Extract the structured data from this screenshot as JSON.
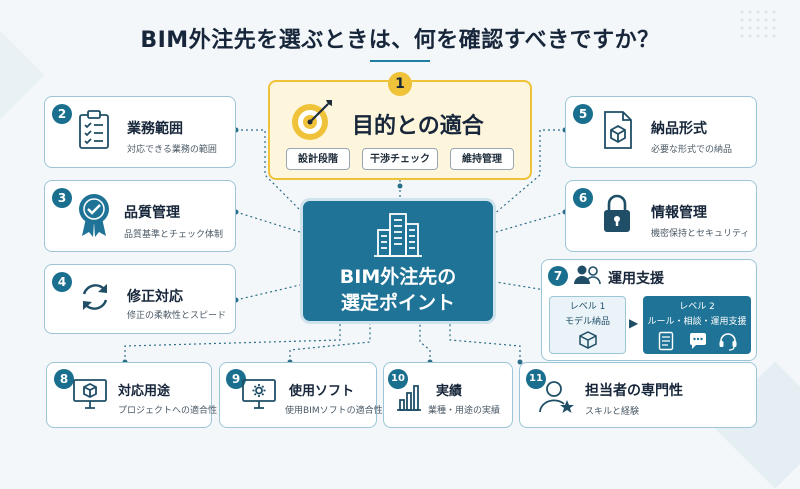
{
  "title": "BIM外注先を選ぶときは、何を確認すべきですか？",
  "goal": {
    "number": "1",
    "title": "目的との適合",
    "pills": [
      "設計段階",
      "干渉チェック",
      "維持管理"
    ]
  },
  "center": {
    "line1": "BIM外注先の",
    "line2": "選定ポイント"
  },
  "cards": {
    "c2": {
      "number": "2",
      "title": "業務範囲",
      "sub": "対応できる業務の範囲"
    },
    "c3": {
      "number": "3",
      "title": "品質管理",
      "sub": "品質基準とチェック体制"
    },
    "c4": {
      "number": "4",
      "title": "修正対応",
      "sub": "修正の柔軟性とスピード"
    },
    "c5": {
      "number": "5",
      "title": "納品形式",
      "sub": "必要な形式での納品"
    },
    "c6": {
      "number": "6",
      "title": "情報管理",
      "sub": "機密保持とセキュリティ"
    },
    "c8": {
      "number": "8",
      "title": "対応用途",
      "sub": "プロジェクトへの適合性"
    },
    "c9": {
      "number": "9",
      "title": "使用ソフト",
      "sub": "使用BIMソフトの適合性"
    },
    "c10": {
      "number": "10",
      "title": "実績",
      "sub": "業種・用途の実績"
    },
    "c11": {
      "number": "11",
      "title": "担当者の専門性",
      "sub": "スキルと経験"
    }
  },
  "support": {
    "number": "7",
    "title": "運用支援",
    "level1": {
      "label": "レベル 1",
      "name": "モデル納品"
    },
    "level2": {
      "label": "レベル 2",
      "name": "ルール・相談・運用支援"
    }
  },
  "colors": {
    "accent": "#1f7396",
    "badge": "#1a6f8f",
    "goal": "#f0c23a",
    "border": "#9cc6d6"
  }
}
